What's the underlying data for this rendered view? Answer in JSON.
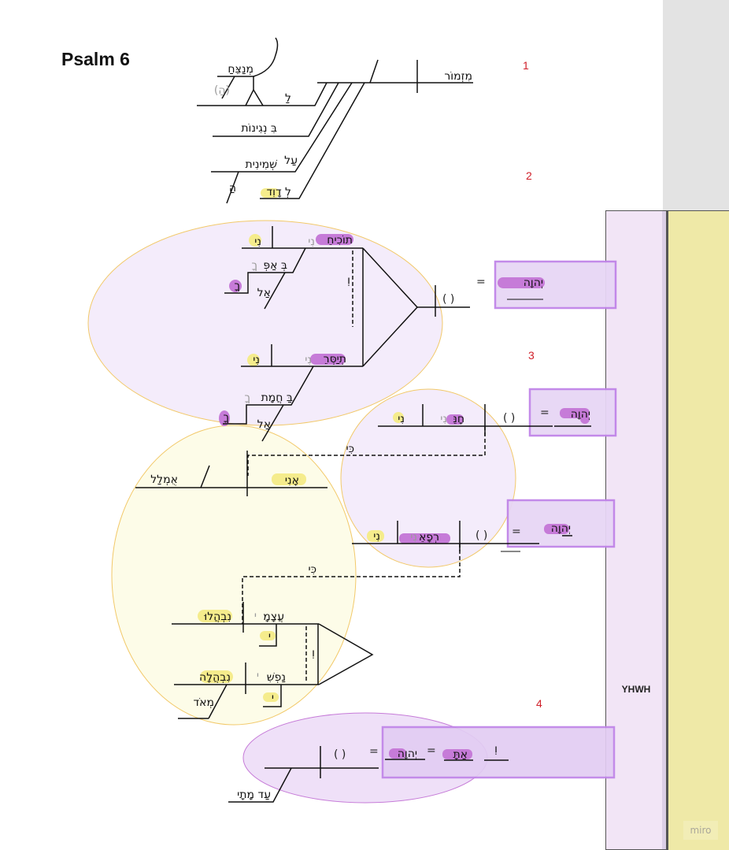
{
  "title": "Psalm 6",
  "verse_numbers": [
    "1",
    "2",
    "3",
    "4"
  ],
  "side_columns": {
    "purple_label": "YHWH",
    "watermark": "miro"
  },
  "colors": {
    "purple_highlight": "#c67bd8",
    "yellow_highlight": "#f5ec8c",
    "purple_box_fill": "#e7d6f5",
    "purple_box_border": "#c084e8",
    "lavender_ellipse": "#f4ecfb",
    "cream_ellipse": "#fdfce8",
    "ellipse_stroke": "#f2c96a",
    "verse_number": "#d0202a"
  },
  "words": {
    "v1": {
      "mizmor": "מִזְמוֹר",
      "menatseach": "מְנַצֵּחַ",
      "ha_grey": "(הַ)",
      "la": "לַ",
      "bingeginot": "בִּ נְגִינוֹת",
      "al": "עַל",
      "sheminit": "שְּׁמִינִית",
      "ha2": "הַ",
      "le_david": "לְ דָוִד"
    },
    "v2": {
      "ni1": "נִי",
      "ni_g1": "נִי",
      "tokhiach": "תוֹכִיחֵ",
      "be_apekha": "בְּ אַפְּ",
      "kha_g1": "ךָ",
      "kha1": "ךָ",
      "al1": "אַל",
      "ve": "וְ",
      "paren1": "( )",
      "eq1": "=",
      "yhwh1": "יְהוָה",
      "ni2": "נִי",
      "ni_g2": "נִי",
      "teyasser": "תְיַסְּרֵ",
      "ba_chamat": "בַּ חֲמָת",
      "kha_g2": "ךָ",
      "kha2": "ךָ",
      "al2": "אַל"
    },
    "v3": {
      "ni3": "נִי",
      "ni_g3": "נִי",
      "chonne": "חָנֵּ",
      "paren2": "( )",
      "eq2": "=",
      "yhwh2": "יְהוָה",
      "ki1": "כִּי",
      "umlal": "אֻמְלַל",
      "ani": "אָנִי",
      "ni4": "נִי",
      "ni_g4": "נִי",
      "rapha": "רְפָאֵ",
      "paren3": "( )",
      "eq3": "=",
      "yhwh3": "יְהוָה",
      "ki2": "כִּי",
      "atsamai": "עֲצָמָ",
      "y_g1": "י",
      "nivhalu": "נִבְהֲלוּ",
      "y1": "י",
      "u": "וְ",
      "nafshi": "נַפְשִׁ",
      "y_g2": "י",
      "nivhala": "נִבְהֲלָה",
      "y2": "י",
      "meod": "מְאֹד"
    },
    "v4": {
      "paren4": "( )",
      "eq4": "=",
      "yhwh4": "יְהוָה",
      "eq5": "=",
      "at": "אַתָּ",
      "ve2": "וְ",
      "ad_matai": "עַד מָתָי"
    }
  }
}
